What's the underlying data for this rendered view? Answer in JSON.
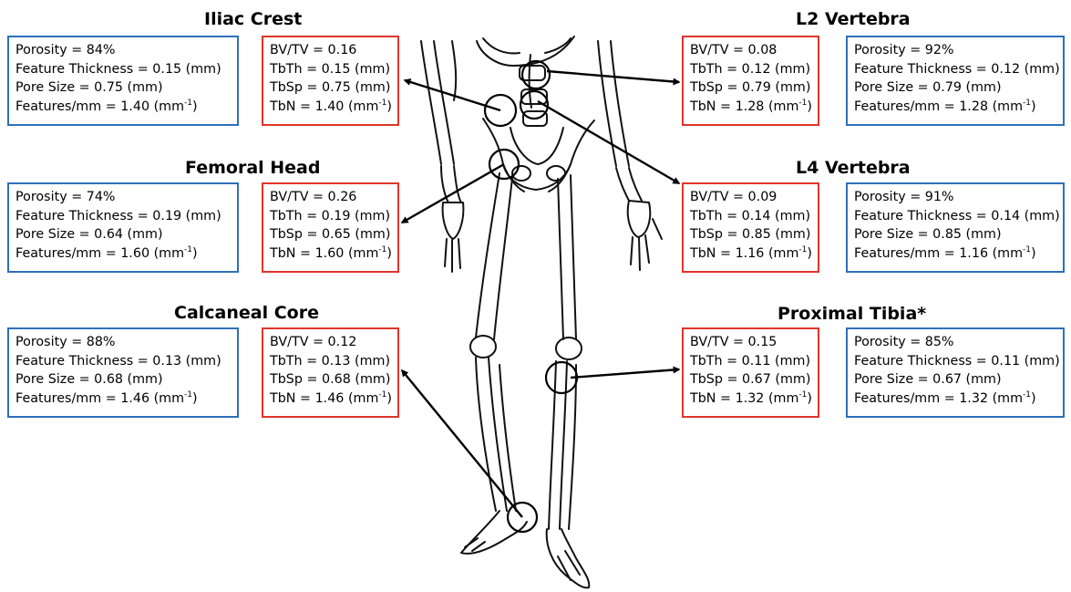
{
  "colors": {
    "blue_box": "#2f6fbc",
    "red_box": "#e0352b",
    "arrow": "#000000"
  },
  "regions": [
    {
      "title": "Iliac Crest",
      "blue": [
        "Porosity = 84%",
        "Feature Thickness = 0.15 (mm)",
        "Pore Size = 0.75 (mm)",
        "Features/mm = 1.40 (mm"
      ],
      "red": [
        "BV/TV = 0.16",
        "TbTh = 0.15 (mm)",
        "TbSp = 0.75 (mm)",
        "TbN = 1.40 (mm"
      ]
    },
    {
      "title": "Femoral Head",
      "blue": [
        "Porosity = 74%",
        "Feature Thickness = 0.19 (mm)",
        "Pore Size = 0.64 (mm)",
        "Features/mm = 1.60 (mm"
      ],
      "red": [
        "BV/TV = 0.26",
        "TbTh = 0.19 (mm)",
        "TbSp = 0.65 (mm)",
        "TbN = 1.60 (mm"
      ]
    },
    {
      "title": "Calcaneal Core",
      "blue": [
        "Porosity = 88%",
        "Feature Thickness = 0.13 (mm)",
        "Pore Size = 0.68 (mm)",
        "Features/mm = 1.46 (mm"
      ],
      "red": [
        "BV/TV = 0.12",
        "TbTh = 0.13 (mm)",
        "TbSp = 0.68 (mm)",
        "TbN = 1.46 (mm"
      ]
    },
    {
      "title": "L2 Vertebra",
      "blue": [
        "Porosity = 92%",
        "Feature Thickness = 0.12 (mm)",
        "Pore Size = 0.79 (mm)",
        "Features/mm  = 1.28 (mm"
      ],
      "red": [
        "BV/TV = 0.08",
        "TbTh = 0.12 (mm)",
        "TbSp = 0.79 (mm)",
        "TbN = 1.28 (mm"
      ]
    },
    {
      "title": "L4 Vertebra",
      "blue": [
        "Porosity = 91%",
        "Feature Thickness = 0.14 (mm)",
        "Pore Size = 0.85 (mm)",
        "Features/mm = 1.16 (mm"
      ],
      "red": [
        "BV/TV = 0.09",
        "TbTh = 0.14 (mm)",
        "TbSp = 0.85 (mm)",
        "TbN = 1.16 (mm"
      ]
    },
    {
      "title": "Proximal Tibia*",
      "blue": [
        "Porosity = 85%",
        "Feature Thickness = 0.11 (mm)",
        "Pore Size = 0.67 (mm)",
        "Features/mm = 1.32 (mm"
      ],
      "red": [
        "BV/TV = 0.15",
        "TbTh = 0.11 (mm)",
        "TbSp = 0.67 (mm)",
        "TbN = 1.32 (mm"
      ]
    }
  ],
  "unit_exponent": "-1",
  "unit_close": ")"
}
